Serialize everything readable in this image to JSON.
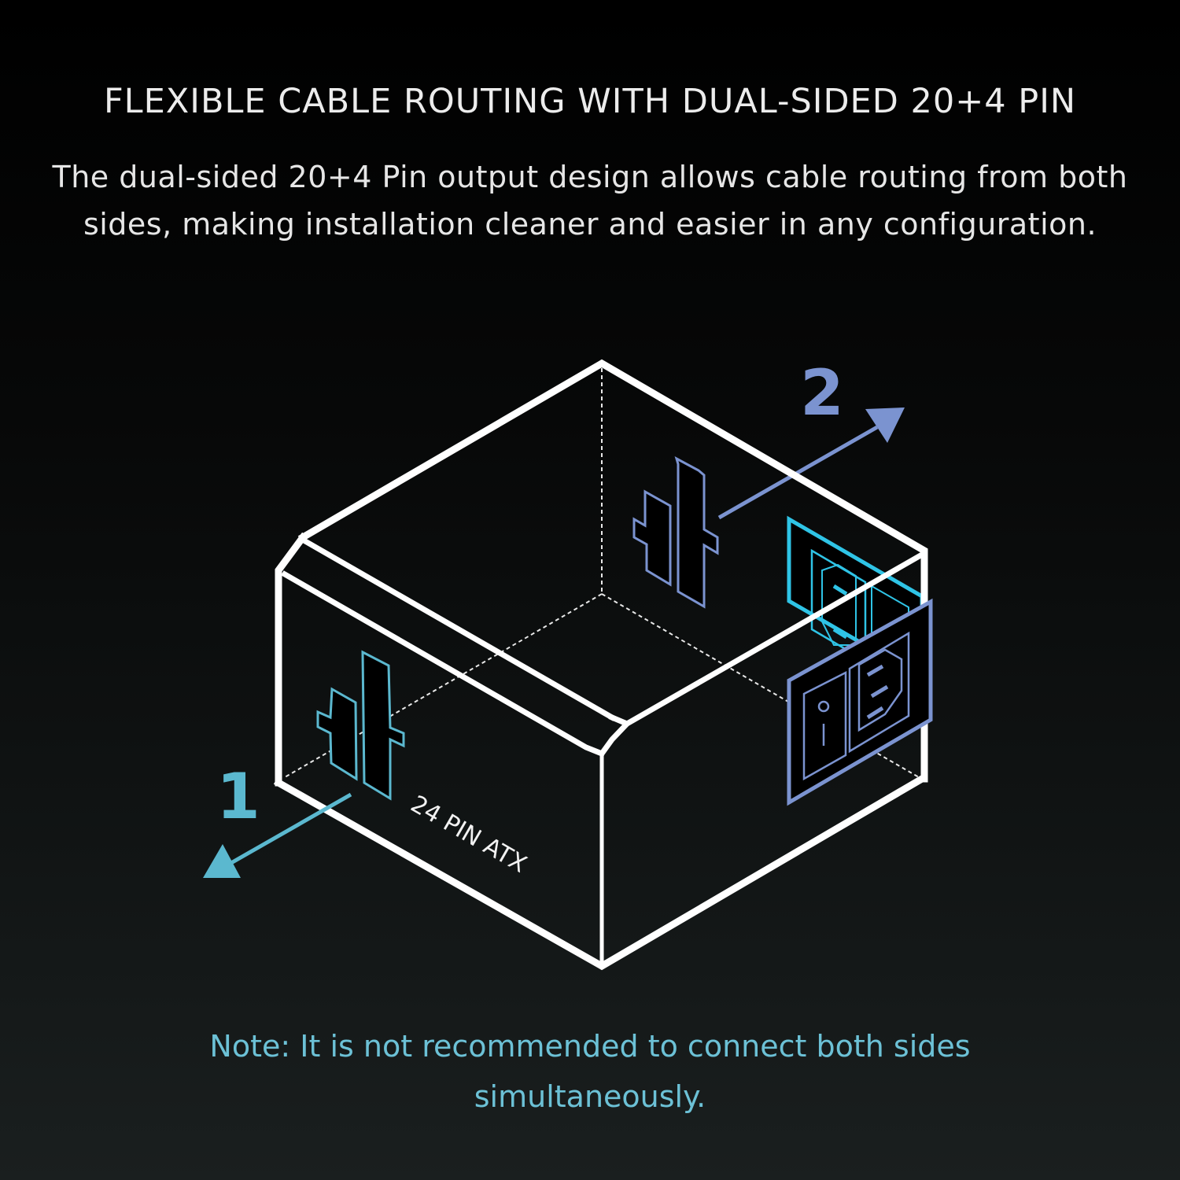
{
  "header": {
    "title": "FLEXIBLE CABLE ROUTING WITH DUAL-SIDED 20+4 PIN",
    "description": "The dual-sided 20+4 Pin output design allows cable routing from both sides, making installation cleaner and easier in any configuration."
  },
  "diagram": {
    "connector_label": "24 PIN ATX",
    "side_1": {
      "number": "1",
      "color": "#5bb8cf",
      "icon": "atx-24pin-connector-icon"
    },
    "side_2": {
      "number": "2",
      "color": "#7b93d0",
      "icon": "atx-24pin-connector-icon"
    },
    "rear_panel": {
      "icons": [
        "ac-power-inlet-icon",
        "power-switch-icon"
      ],
      "colors": {
        "front": "#7b93d0",
        "back": "#2fc4e6"
      }
    },
    "box_color": "#ffffff"
  },
  "footer": {
    "note": "Note: It is not recommended to connect both sides simultaneously."
  },
  "colors": {
    "background_top": "#000000",
    "background_bottom": "#1a1f1f",
    "title_text": "#ececec",
    "note_text": "#6cc1d6"
  }
}
